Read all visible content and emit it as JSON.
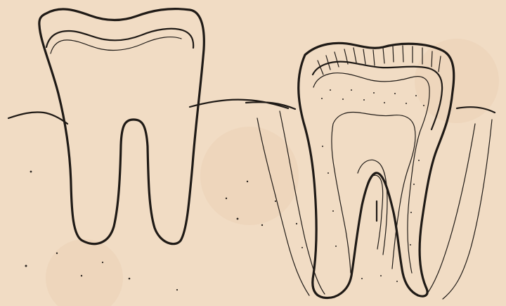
{
  "figure": {
    "palette": {
      "paper": "#f1dcc4",
      "ink": "#1f1a16"
    },
    "panels": [
      {
        "id": "outline-tooth",
        "kind": "tooth outline drawing"
      },
      {
        "id": "section-tooth",
        "kind": "tooth cross-section drawing"
      }
    ]
  }
}
